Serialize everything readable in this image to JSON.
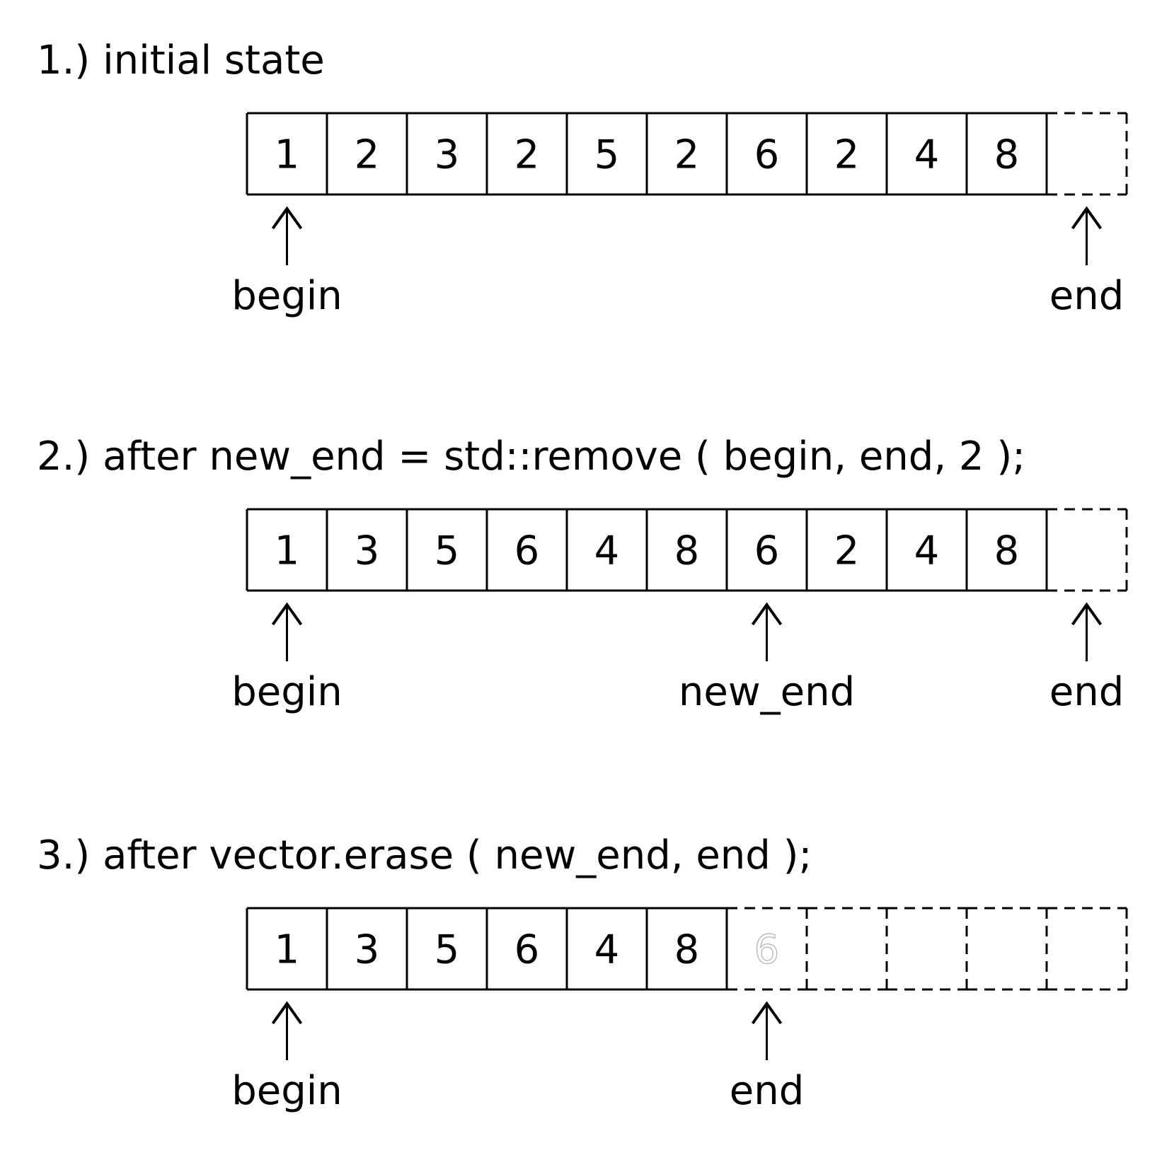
{
  "diagram": {
    "stages": [
      {
        "title": "1.) initial state",
        "cells": [
          {
            "value": "1",
            "state": "solid"
          },
          {
            "value": "2",
            "state": "solid"
          },
          {
            "value": "3",
            "state": "solid"
          },
          {
            "value": "2",
            "state": "solid"
          },
          {
            "value": "5",
            "state": "solid"
          },
          {
            "value": "2",
            "state": "solid"
          },
          {
            "value": "6",
            "state": "solid"
          },
          {
            "value": "2",
            "state": "solid"
          },
          {
            "value": "4",
            "state": "solid"
          },
          {
            "value": "8",
            "state": "solid"
          },
          {
            "value": "",
            "state": "dashed"
          }
        ],
        "pointers": [
          {
            "label": "begin",
            "cell_index": 0
          },
          {
            "label": "end",
            "cell_index": 10
          }
        ]
      },
      {
        "title": "2.) after new_end = std::remove ( begin, end, 2 );",
        "cells": [
          {
            "value": "1",
            "state": "solid"
          },
          {
            "value": "3",
            "state": "solid"
          },
          {
            "value": "5",
            "state": "solid"
          },
          {
            "value": "6",
            "state": "solid"
          },
          {
            "value": "4",
            "state": "solid"
          },
          {
            "value": "8",
            "state": "solid"
          },
          {
            "value": "6",
            "state": "solid"
          },
          {
            "value": "2",
            "state": "solid"
          },
          {
            "value": "4",
            "state": "solid"
          },
          {
            "value": "8",
            "state": "solid"
          },
          {
            "value": "",
            "state": "dashed"
          }
        ],
        "pointers": [
          {
            "label": "begin",
            "cell_index": 0
          },
          {
            "label": "new_end",
            "cell_index": 6
          },
          {
            "label": "end",
            "cell_index": 10
          }
        ]
      },
      {
        "title": "3.) after vector.erase ( new_end, end );",
        "cells": [
          {
            "value": "1",
            "state": "solid"
          },
          {
            "value": "3",
            "state": "solid"
          },
          {
            "value": "5",
            "state": "solid"
          },
          {
            "value": "6",
            "state": "solid"
          },
          {
            "value": "4",
            "state": "solid"
          },
          {
            "value": "8",
            "state": "solid"
          },
          {
            "value": "6",
            "state": "ghost"
          },
          {
            "value": "",
            "state": "dashed"
          },
          {
            "value": "",
            "state": "dashed"
          },
          {
            "value": "",
            "state": "dashed"
          },
          {
            "value": "",
            "state": "dashed"
          }
        ],
        "pointers": [
          {
            "label": "begin",
            "cell_index": 0
          },
          {
            "label": "end",
            "cell_index": 6
          }
        ]
      }
    ]
  }
}
